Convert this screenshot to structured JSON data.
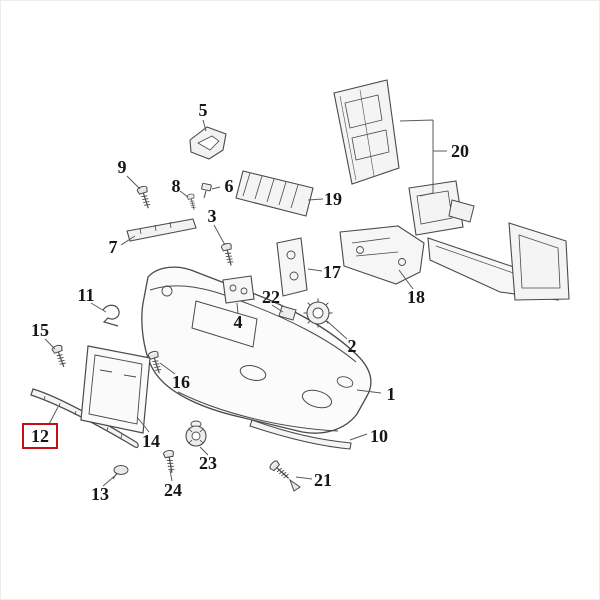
{
  "diagram": {
    "type": "exploded-parts-diagram",
    "subject": "Front bumper assembly exploded parts diagram",
    "highlighted_label": "12",
    "colors": {
      "background": "#ffffff",
      "line": "#4a4a4a",
      "leader_line": "#5a5a5a",
      "label_text": "#161616",
      "highlight_box": "#c41111"
    },
    "labels": [
      {
        "text": "1"
      },
      {
        "text": "2"
      },
      {
        "text": "3"
      },
      {
        "text": "4"
      },
      {
        "text": "5"
      },
      {
        "text": "6"
      },
      {
        "text": "7"
      },
      {
        "text": "8"
      },
      {
        "text": "9"
      },
      {
        "text": "10"
      },
      {
        "text": "11"
      },
      {
        "text": "12"
      },
      {
        "text": "13"
      },
      {
        "text": "14"
      },
      {
        "text": "15"
      },
      {
        "text": "16"
      },
      {
        "text": "17"
      },
      {
        "text": "18"
      },
      {
        "text": "19"
      },
      {
        "text": "20"
      },
      {
        "text": "21"
      },
      {
        "text": "22"
      },
      {
        "text": "23"
      },
      {
        "text": "24"
      }
    ]
  }
}
